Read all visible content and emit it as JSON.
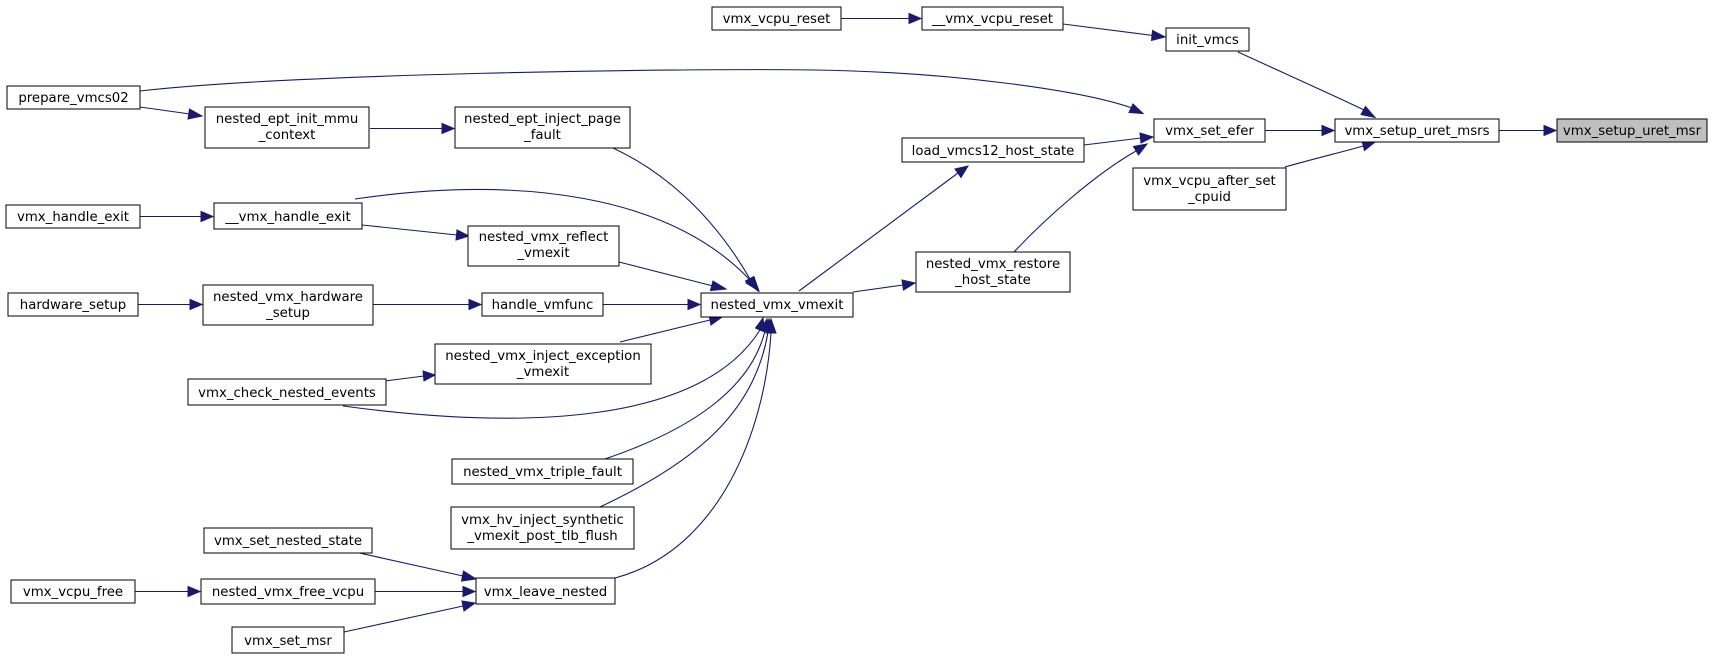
{
  "diagram": {
    "nodes": {
      "vmx_vcpu_reset": [
        "vmx_vcpu_reset"
      ],
      "__vmx_vcpu_reset": [
        "__vmx_vcpu_reset"
      ],
      "init_vmcs": [
        "init_vmcs"
      ],
      "prepare_vmcs02": [
        "prepare_vmcs02"
      ],
      "nested_ept_init_mmu_context": [
        "nested_ept_init_mmu",
        "_context"
      ],
      "nested_ept_inject_page_fault": [
        "nested_ept_inject_page",
        "_fault"
      ],
      "vmx_set_efer": [
        "vmx_set_efer"
      ],
      "vmx_setup_uret_msrs": [
        "vmx_setup_uret_msrs"
      ],
      "vmx_setup_uret_msr": [
        "vmx_setup_uret_msr"
      ],
      "load_vmcs12_host_state": [
        "load_vmcs12_host_state"
      ],
      "vmx_vcpu_after_set_cpuid": [
        "vmx_vcpu_after_set",
        "_cpuid"
      ],
      "vmx_handle_exit": [
        "vmx_handle_exit"
      ],
      "__vmx_handle_exit": [
        "__vmx_handle_exit"
      ],
      "nested_vmx_reflect_vmexit": [
        "nested_vmx_reflect",
        "_vmexit"
      ],
      "nested_vmx_restore_host_state": [
        "nested_vmx_restore",
        "_host_state"
      ],
      "hardware_setup": [
        "hardware_setup"
      ],
      "nested_vmx_hardware_setup": [
        "nested_vmx_hardware",
        "_setup"
      ],
      "handle_vmfunc": [
        "handle_vmfunc"
      ],
      "nested_vmx_vmexit": [
        "nested_vmx_vmexit"
      ],
      "nested_vmx_inject_exception_vmexit": [
        "nested_vmx_inject_exception",
        "_vmexit"
      ],
      "vmx_check_nested_events": [
        "vmx_check_nested_events"
      ],
      "nested_vmx_triple_fault": [
        "nested_vmx_triple_fault"
      ],
      "vmx_hv_inject_synthetic_vmexit_post_tlb_flush": [
        "vmx_hv_inject_synthetic",
        "_vmexit_post_tlb_flush"
      ],
      "vmx_set_nested_state": [
        "vmx_set_nested_state"
      ],
      "vmx_vcpu_free": [
        "vmx_vcpu_free"
      ],
      "nested_vmx_free_vcpu": [
        "nested_vmx_free_vcpu"
      ],
      "vmx_leave_nested": [
        "vmx_leave_nested"
      ],
      "vmx_set_msr": [
        "vmx_set_msr"
      ]
    },
    "current_node": "vmx_setup_uret_msr",
    "colors": {
      "edge": "#191970",
      "node_border": "#000000",
      "node_fill": "#ffffff",
      "current_fill": "#bfbfbf"
    },
    "edges": [
      [
        "vmx_setup_uret_msrs",
        "vmx_setup_uret_msr"
      ],
      [
        "vmx_vcpu_reset",
        "__vmx_vcpu_reset"
      ],
      [
        "__vmx_vcpu_reset",
        "init_vmcs"
      ],
      [
        "init_vmcs",
        "vmx_setup_uret_msrs"
      ],
      [
        "vmx_set_efer",
        "vmx_setup_uret_msrs"
      ],
      [
        "vmx_vcpu_after_set_cpuid",
        "vmx_setup_uret_msrs"
      ],
      [
        "prepare_vmcs02",
        "vmx_set_efer"
      ],
      [
        "prepare_vmcs02",
        "nested_ept_init_mmu_context"
      ],
      [
        "nested_ept_init_mmu_context",
        "nested_ept_inject_page_fault"
      ],
      [
        "load_vmcs12_host_state",
        "vmx_set_efer"
      ],
      [
        "nested_vmx_restore_host_state",
        "vmx_set_efer"
      ],
      [
        "nested_vmx_vmexit",
        "load_vmcs12_host_state"
      ],
      [
        "nested_vmx_vmexit",
        "nested_vmx_restore_host_state"
      ],
      [
        "nested_ept_inject_page_fault",
        "nested_vmx_vmexit"
      ],
      [
        "__vmx_handle_exit",
        "nested_vmx_vmexit"
      ],
      [
        "__vmx_handle_exit",
        "nested_vmx_reflect_vmexit"
      ],
      [
        "vmx_handle_exit",
        "__vmx_handle_exit"
      ],
      [
        "nested_vmx_reflect_vmexit",
        "nested_vmx_vmexit"
      ],
      [
        "hardware_setup",
        "nested_vmx_hardware_setup"
      ],
      [
        "nested_vmx_hardware_setup",
        "handle_vmfunc"
      ],
      [
        "handle_vmfunc",
        "nested_vmx_vmexit"
      ],
      [
        "nested_vmx_inject_exception_vmexit",
        "nested_vmx_vmexit"
      ],
      [
        "vmx_check_nested_events",
        "nested_vmx_inject_exception_vmexit"
      ],
      [
        "vmx_check_nested_events",
        "nested_vmx_vmexit"
      ],
      [
        "nested_vmx_triple_fault",
        "nested_vmx_vmexit"
      ],
      [
        "vmx_hv_inject_synthetic_vmexit_post_tlb_flush",
        "nested_vmx_vmexit"
      ],
      [
        "vmx_leave_nested",
        "nested_vmx_vmexit"
      ],
      [
        "vmx_set_nested_state",
        "vmx_leave_nested"
      ],
      [
        "vmx_vcpu_free",
        "nested_vmx_free_vcpu"
      ],
      [
        "nested_vmx_free_vcpu",
        "vmx_leave_nested"
      ],
      [
        "vmx_set_msr",
        "vmx_leave_nested"
      ]
    ]
  }
}
